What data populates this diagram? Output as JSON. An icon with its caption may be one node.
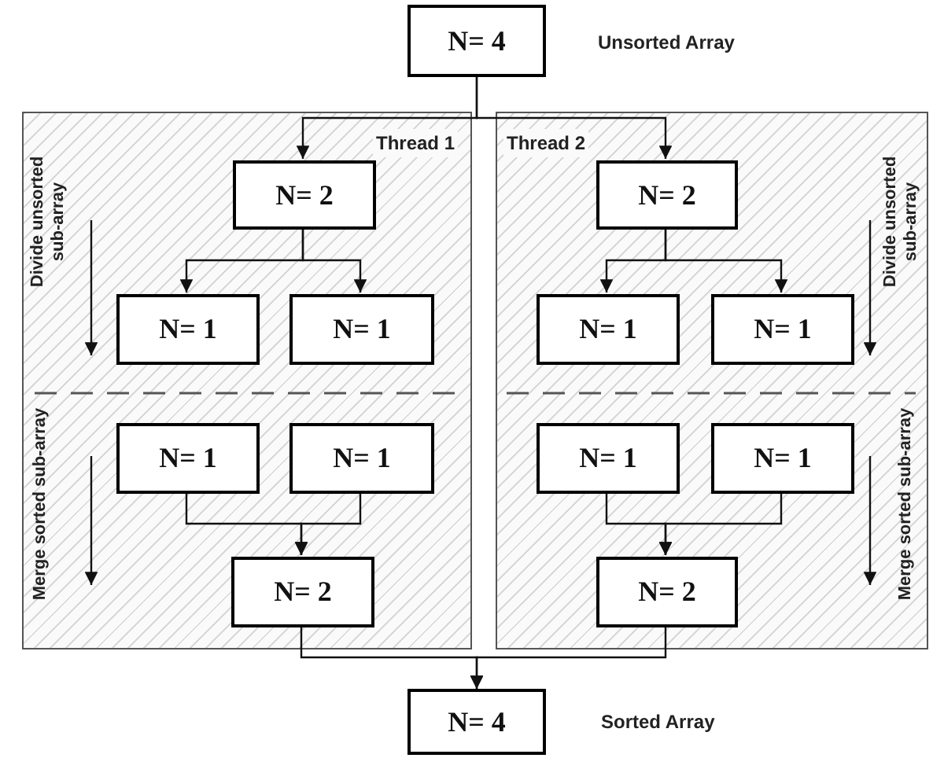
{
  "diagram": {
    "nodes": [
      {
        "text": [
          "N= 4"
        ],
        "beside": [
          "Unsorted Array"
        ]
      },
      {
        "text": [
          "Thread 1"
        ]
      },
      {
        "text": [
          "N= 2"
        ],
        "in": 1
      },
      {
        "text": [
          "N= 1"
        ],
        "in": 1
      },
      {
        "text": [
          "N= 1"
        ],
        "in": 1
      },
      {
        "text": [
          "N= 1"
        ],
        "in": 1
      },
      {
        "text": [
          "N= 1"
        ],
        "in": 1
      },
      {
        "text": [
          "N= 2"
        ],
        "in": 1
      },
      {
        "text": [
          "Thread 2"
        ]
      },
      {
        "text": [
          "N= 2"
        ],
        "in": 8
      },
      {
        "text": [
          "N= 1"
        ],
        "in": 8
      },
      {
        "text": [
          "N= 1"
        ],
        "in": 8
      },
      {
        "text": [
          "N= 1"
        ],
        "in": 8
      },
      {
        "text": [
          "N= 1"
        ],
        "in": 8
      },
      {
        "text": [
          "N= 2"
        ],
        "in": 8
      },
      {
        "text": [
          "N= 4"
        ],
        "beside": [
          "Sorted Array"
        ]
      }
    ],
    "edges": [
      {
        "from": 0,
        "to": 2,
        "arrow": "to"
      },
      {
        "from": 0,
        "to": 9,
        "arrow": "to"
      },
      {
        "from": 2,
        "to": 3,
        "arrow": "to"
      },
      {
        "from": 2,
        "to": 4,
        "arrow": "to"
      },
      {
        "from": 9,
        "to": 10,
        "arrow": "to"
      },
      {
        "from": 9,
        "to": 11,
        "arrow": "to"
      },
      {
        "from": 5,
        "to": 7,
        "arrow": "to"
      },
      {
        "from": 6,
        "to": 7,
        "arrow": "to"
      },
      {
        "from": 12,
        "to": 14,
        "arrow": "to"
      },
      {
        "from": 13,
        "to": 14,
        "arrow": "to"
      },
      {
        "from": 7,
        "to": 15,
        "arrow": "to"
      },
      {
        "from": 14,
        "to": 15,
        "arrow": "to"
      }
    ],
    "labels": [
      "Divide unsorted sub-array",
      "Merge sorted sub-array",
      "Divide unsorted sub-array",
      "Merge sorted sub-array"
    ]
  }
}
